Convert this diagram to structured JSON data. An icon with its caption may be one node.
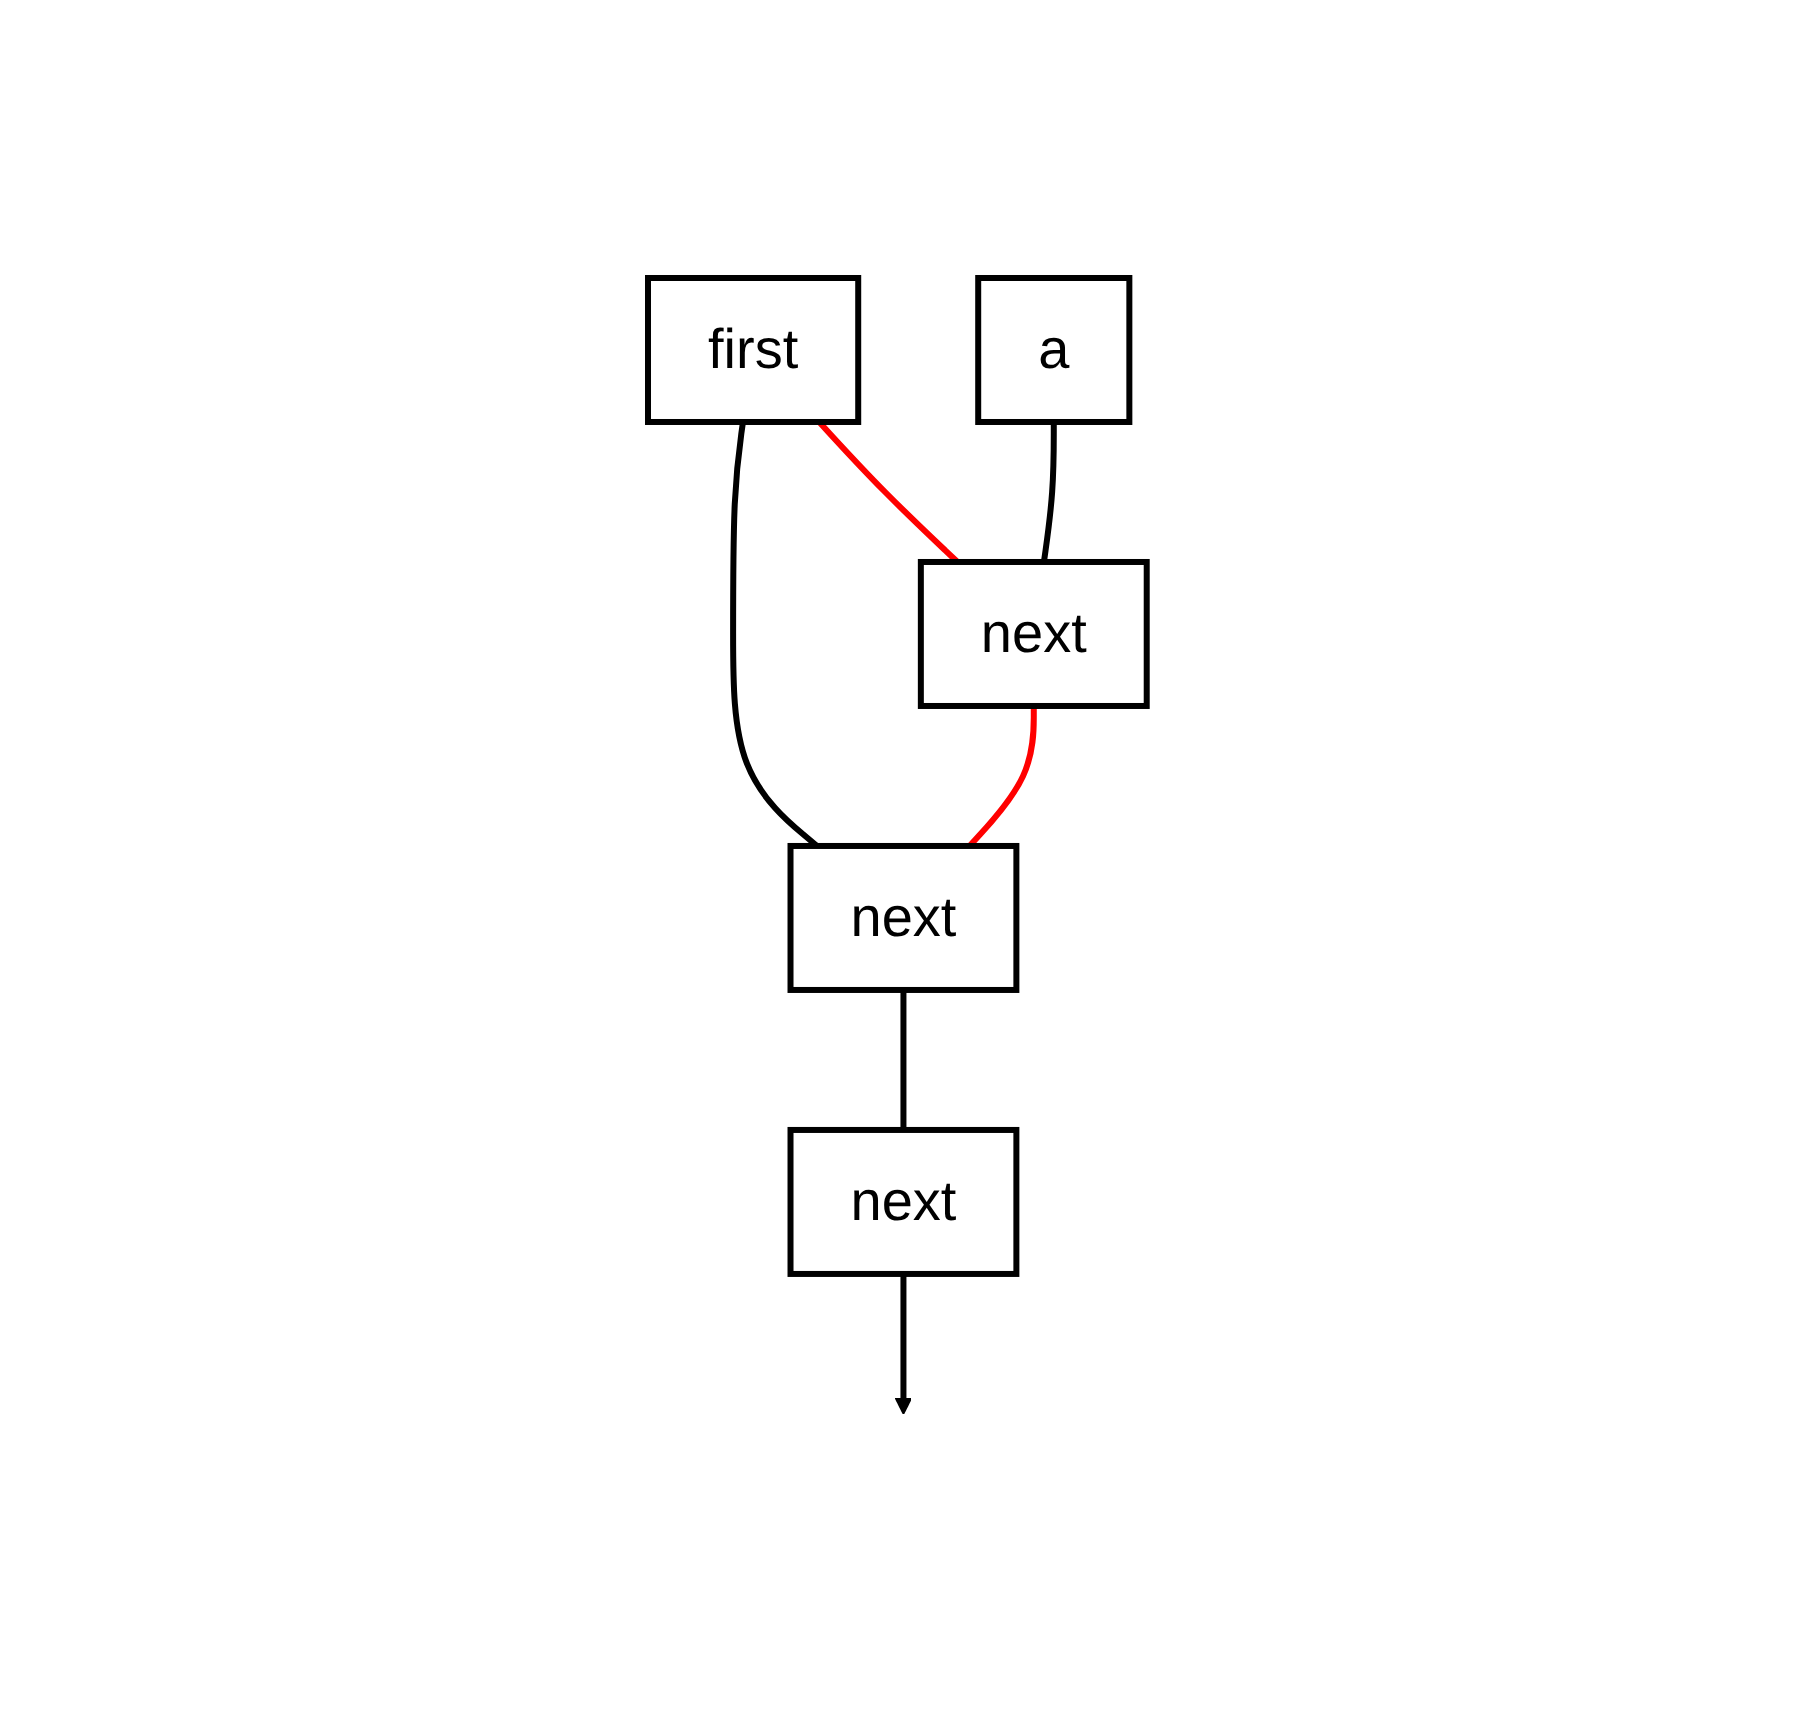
{
  "diagram": {
    "nodes": [
      {
        "text": [
          "first"
        ]
      },
      {
        "text": [
          "a"
        ]
      },
      {
        "text": [
          "next"
        ]
      },
      {
        "text": [
          "next"
        ]
      },
      {
        "text": [
          "next"
        ]
      }
    ],
    "edges": [
      {
        "from": 1,
        "to": 3,
        "arrow": "none"
      },
      {
        "from": 0,
        "to": 2,
        "arrow": "none"
      },
      {
        "from": 0,
        "to": 3,
        "arrow": "none",
        "color": "#ff0000"
      },
      {
        "from": 3,
        "to": 2,
        "arrow": "none",
        "color": "#ff0000"
      },
      {
        "from": 2,
        "to": 4,
        "arrow": "none"
      },
      {
        "from": 4,
        "to": null,
        "arrow": "to"
      }
    ]
  }
}
